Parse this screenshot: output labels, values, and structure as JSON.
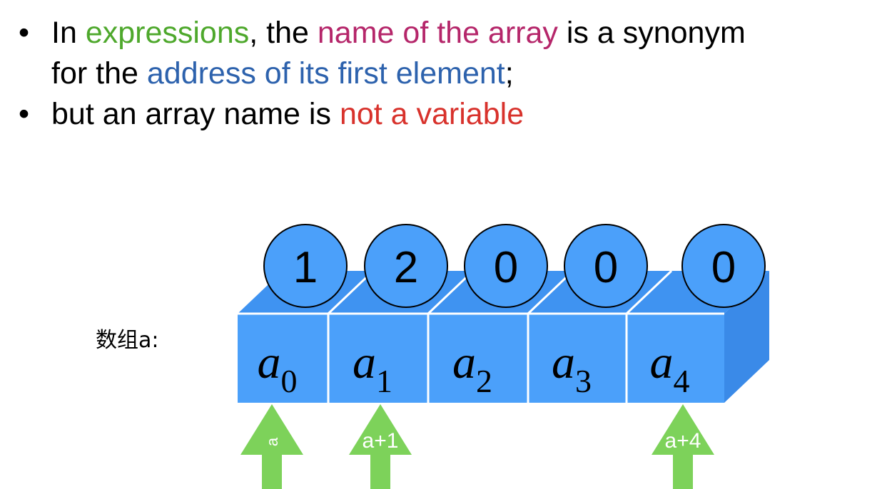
{
  "bullets": [
    {
      "line1": [
        {
          "text": "In ",
          "style": "plain"
        },
        {
          "text": "expressions",
          "style": "green"
        },
        {
          "text": ", the ",
          "style": "plain"
        },
        {
          "text": "name of the array",
          "style": "magenta"
        },
        {
          "text": " is a synonym",
          "style": "plain"
        }
      ],
      "line2": [
        {
          "text": "for the ",
          "style": "plain"
        },
        {
          "text": "address of its first element",
          "style": "blue"
        },
        {
          "text": ";",
          "style": "plain"
        }
      ]
    },
    {
      "line1": [
        {
          "text": "but an array name is ",
          "style": "plain"
        },
        {
          "text": "not a variable",
          "style": "red"
        }
      ]
    }
  ],
  "bullet_char": "•",
  "array": {
    "label": "数组a:",
    "values": [
      "1",
      "2",
      "0",
      "0",
      "0"
    ],
    "cells": [
      {
        "base": "a",
        "sub": "0"
      },
      {
        "base": "a",
        "sub": "1"
      },
      {
        "base": "a",
        "sub": "2"
      },
      {
        "base": "a",
        "sub": "3"
      },
      {
        "base": "a",
        "sub": "4"
      }
    ]
  },
  "pointers": [
    {
      "label": "a",
      "cell": 0,
      "rotated": true
    },
    {
      "label": "a+1",
      "cell": 1,
      "rotated": false
    },
    {
      "label": "a+4",
      "cell": 4,
      "rotated": false
    }
  ],
  "colors": {
    "cube_front": "#4ba0fa",
    "cube_top": "#3f93f1",
    "cube_side": "#3a8ae8",
    "circle": "#4ba0fa",
    "arrow": "#7dd25a",
    "green": "#4ea82c",
    "magenta": "#b5266a",
    "blue": "#2d62ad",
    "red": "#d8322c"
  }
}
